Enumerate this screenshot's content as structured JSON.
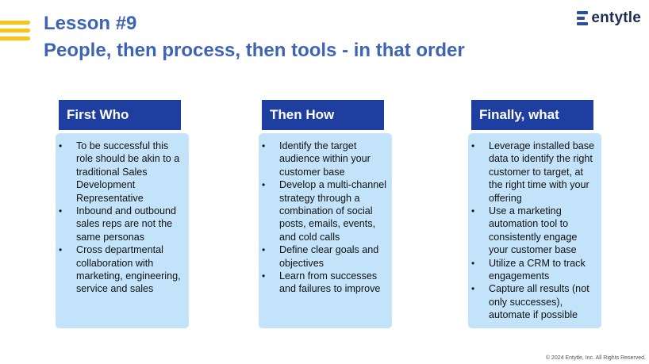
{
  "header": {
    "lesson_title": "Lesson #9",
    "subtitle": "People, then process, then tools - in that order",
    "logo_text": "entytle"
  },
  "columns": [
    {
      "heading": "First Who",
      "bullets": [
        "To be successful this role should be akin to a  traditional Sales Development Representative",
        "Inbound and outbound sales reps are not the same personas",
        "Cross departmental collaboration with marketing, engineering, service and sales"
      ]
    },
    {
      "heading": "Then How",
      "bullets": [
        "Identify the target audience within your customer base",
        "Develop a multi-channel strategy through a combination of social posts, emails, events, and cold calls",
        "Define clear goals and objectives",
        "Learn from successes and failures to improve"
      ]
    },
    {
      "heading": "Finally, what",
      "bullets": [
        "Leverage installed base data to identify the right customer to target, at the right time with your offering",
        "Use a marketing automation tool to consistently engage your customer base",
        "Utilize a CRM to track engagements",
        "Capture all results (not only successes), automate if possible"
      ]
    }
  ],
  "footer": {
    "copyright": "© 2024 Entytle, Inc.  All Rights Reserved."
  },
  "colors": {
    "title": "#3f64b5",
    "header_bg": "#1f3fa0",
    "box_bg": "#c3e3fa",
    "accent": "#f5c518"
  }
}
